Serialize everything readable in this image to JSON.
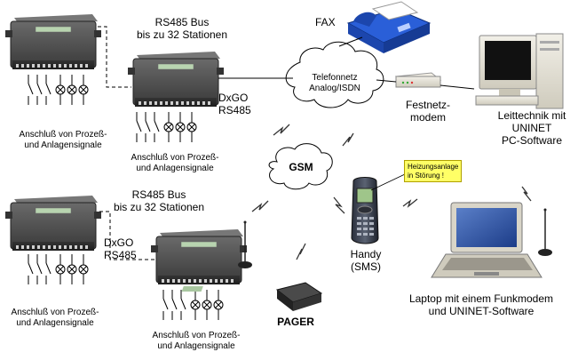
{
  "labels": {
    "fax": "FAX",
    "rs485_top_line1": "RS485 Bus",
    "rs485_top_line2": "bis zu 32 Stationen",
    "telefonnetz_line1": "Telefonnetz",
    "telefonnetz_line2": "Analog/ISDN",
    "dxgo_top_line1": "DxGO",
    "dxgo_top_line2": "RS485",
    "festnetz_line1": "Festnetz-",
    "festnetz_line2": "modem",
    "leittechnik_line1": "Leittechnik mit",
    "leittechnik_line2": "UNINET",
    "leittechnik_line3": "PC-Software",
    "anschluss_line1": "Anschluß von Prozeß-",
    "anschluss_line2": "und Anlagensignale",
    "anschluss_alt_line1": "Anschluß von  Prozeß-",
    "gsm": "GSM",
    "note_line1": "Heizungsanlage",
    "note_line2": "in Störung !",
    "rs485_bottom_line1": "RS485 Bus",
    "rs485_bottom_line2": "bis zu 32 Stationen",
    "dxgo_bottom_line1": "DxGO",
    "dxgo_bottom_line2": "RS485",
    "handy_line1": "Handy",
    "handy_line2": "(SMS)",
    "laptop_line1": "Laptop mit einem Funkmodem",
    "laptop_line2": "und UNINET-Software",
    "pager": "PAGER"
  },
  "colors": {
    "device_body": "#3d3d3d",
    "device_top": "#555555",
    "display": "#b8d4b0",
    "fax_blue": "#2a5fd8",
    "note_bg": "#ffff66"
  }
}
